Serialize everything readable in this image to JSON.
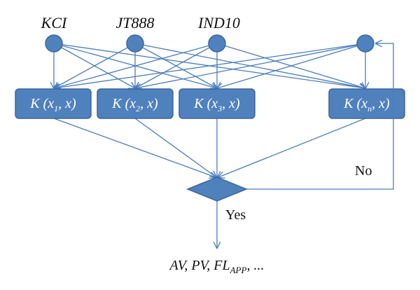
{
  "inputs": [
    {
      "label": "KCI"
    },
    {
      "label": "JT888"
    },
    {
      "label": "IND10"
    },
    {
      "label": ""
    }
  ],
  "kernels": [
    {
      "prefix": "K (x",
      "sub": "1",
      "suffix": ", x)"
    },
    {
      "prefix": "K (x",
      "sub": "2",
      "suffix": ", x)"
    },
    {
      "prefix": "K (x",
      "sub": "3",
      "suffix": ", x)"
    },
    {
      "prefix": "K (x",
      "sub": "n",
      "suffix": ", x)"
    }
  ],
  "decision": {
    "no_label": "No",
    "yes_label": "Yes"
  },
  "output": {
    "text_main": "AV, PV, FL",
    "text_sub": "APP",
    "text_tail": ", ..."
  },
  "colors": {
    "node_fill": "#4f81bd",
    "node_stroke": "#3a67a0",
    "arrow": "#4a7cc0"
  }
}
